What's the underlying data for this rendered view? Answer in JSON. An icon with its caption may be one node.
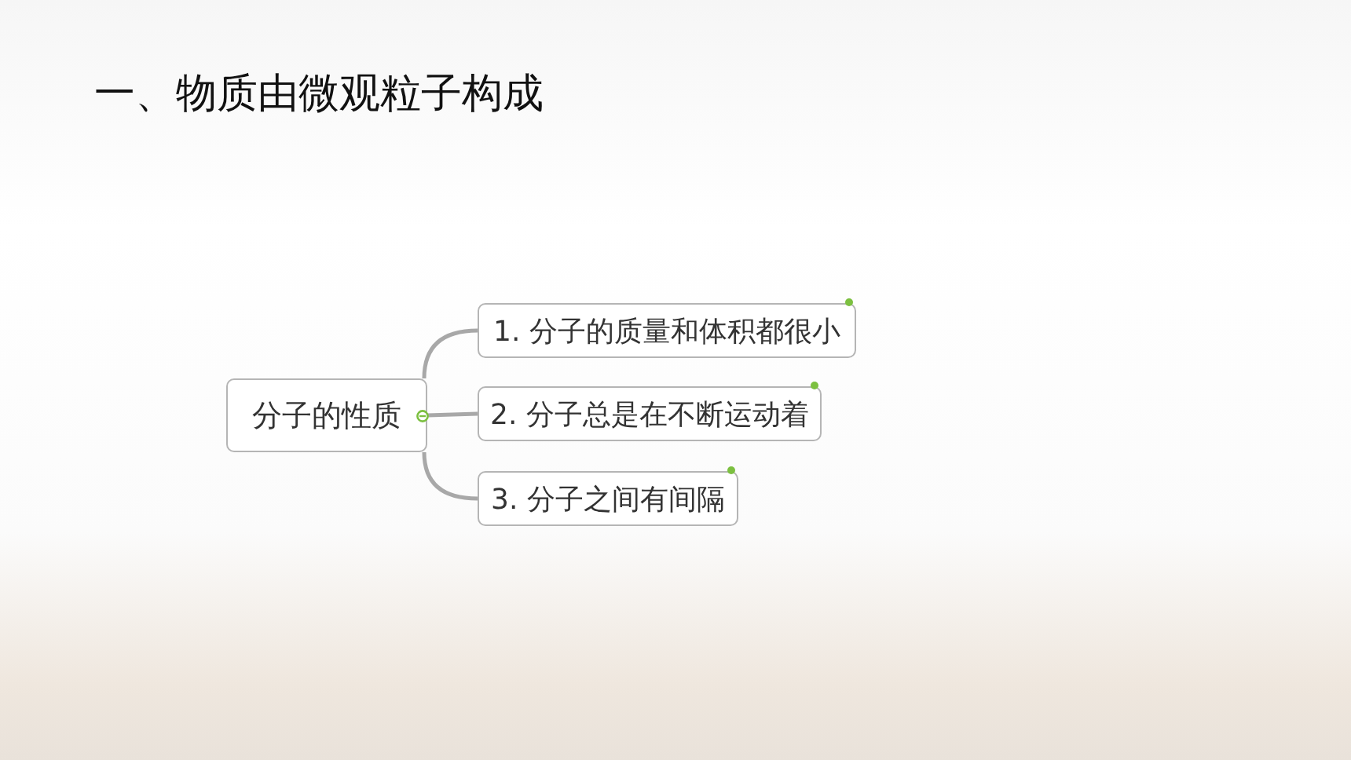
{
  "diagram": {
    "title": "一、物质由微观粒子构成",
    "nodes": [
      {
        "text": [
          "分子的性质"
        ]
      },
      {
        "text": [
          "1. 分子的质量和体积都很小"
        ]
      },
      {
        "text": [
          "2. 分子总是在不断运动着"
        ]
      },
      {
        "text": [
          "3. 分子之间有间隔"
        ]
      }
    ],
    "edges": [
      {
        "from": 0,
        "to": 1,
        "arrow": "none"
      },
      {
        "from": 0,
        "to": 2,
        "arrow": "none"
      },
      {
        "from": 0,
        "to": 3,
        "arrow": "none"
      }
    ]
  }
}
